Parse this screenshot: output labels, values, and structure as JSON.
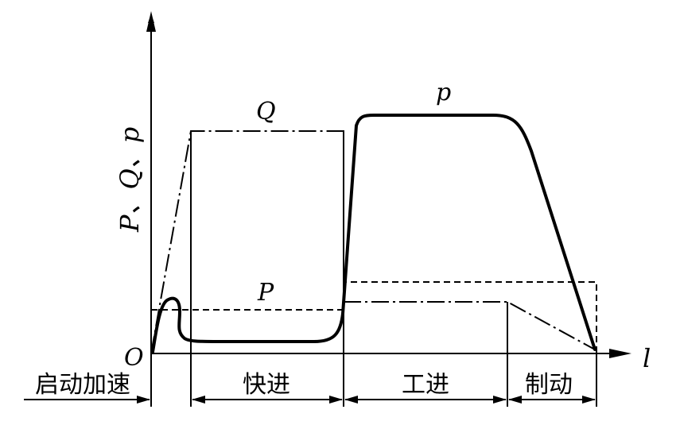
{
  "labels": {
    "origin": "O",
    "y_axis": "P、Q、p",
    "x_axis": "l",
    "curve_Q": "Q",
    "curve_p": "p",
    "curve_P": "P"
  },
  "phases": [
    {
      "label": "启动加速"
    },
    {
      "label": "快进"
    },
    {
      "label": "工进"
    },
    {
      "label": "制动"
    }
  ],
  "legend_styles": {
    "Q": "dash-dot",
    "p": "solid-bold",
    "P": "dashed"
  },
  "colors": {
    "ink": "#000000",
    "background": "#ffffff"
  }
}
